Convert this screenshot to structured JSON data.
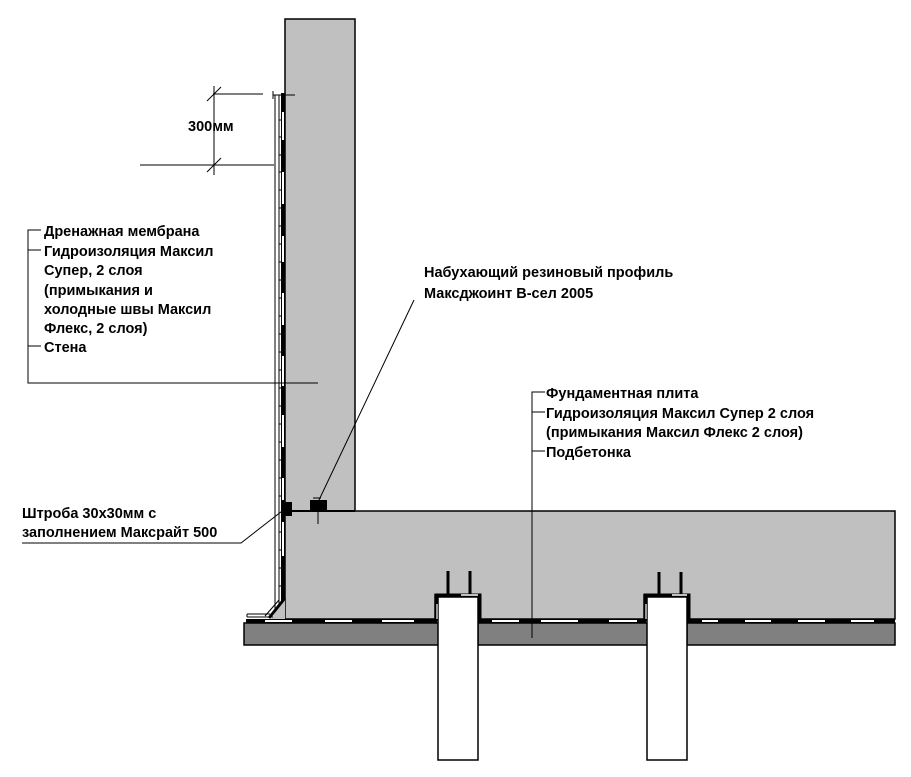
{
  "dimension": {
    "value": "300мм"
  },
  "wall_labels": {
    "lines": [
      "Дренажная мембрана",
      "Гидроизоляция Максил",
      "Супер, 2 слоя",
      "(примыкания и",
      "холодные швы Максил",
      "Флекс, 2 слоя)",
      "Стена"
    ]
  },
  "profile_label": {
    "lines": [
      "Набухающий резиновый профиль",
      "Максджоинт В-сел 2005"
    ]
  },
  "slab_labels": {
    "lines": [
      "Фундаментная плита",
      "Гидроизоляция Максил Супер 2 слоя",
      "(примыкания Максил Флекс 2 слоя)",
      "Подбетонка"
    ]
  },
  "groove_label": {
    "lines": [
      "Штроба 30х30мм с",
      "заполнением Максрайт 500"
    ]
  },
  "colors": {
    "concrete": "#c0c0c0",
    "subconcrete": "#808080",
    "membrane": "#000000",
    "pile": "#ffffff"
  }
}
